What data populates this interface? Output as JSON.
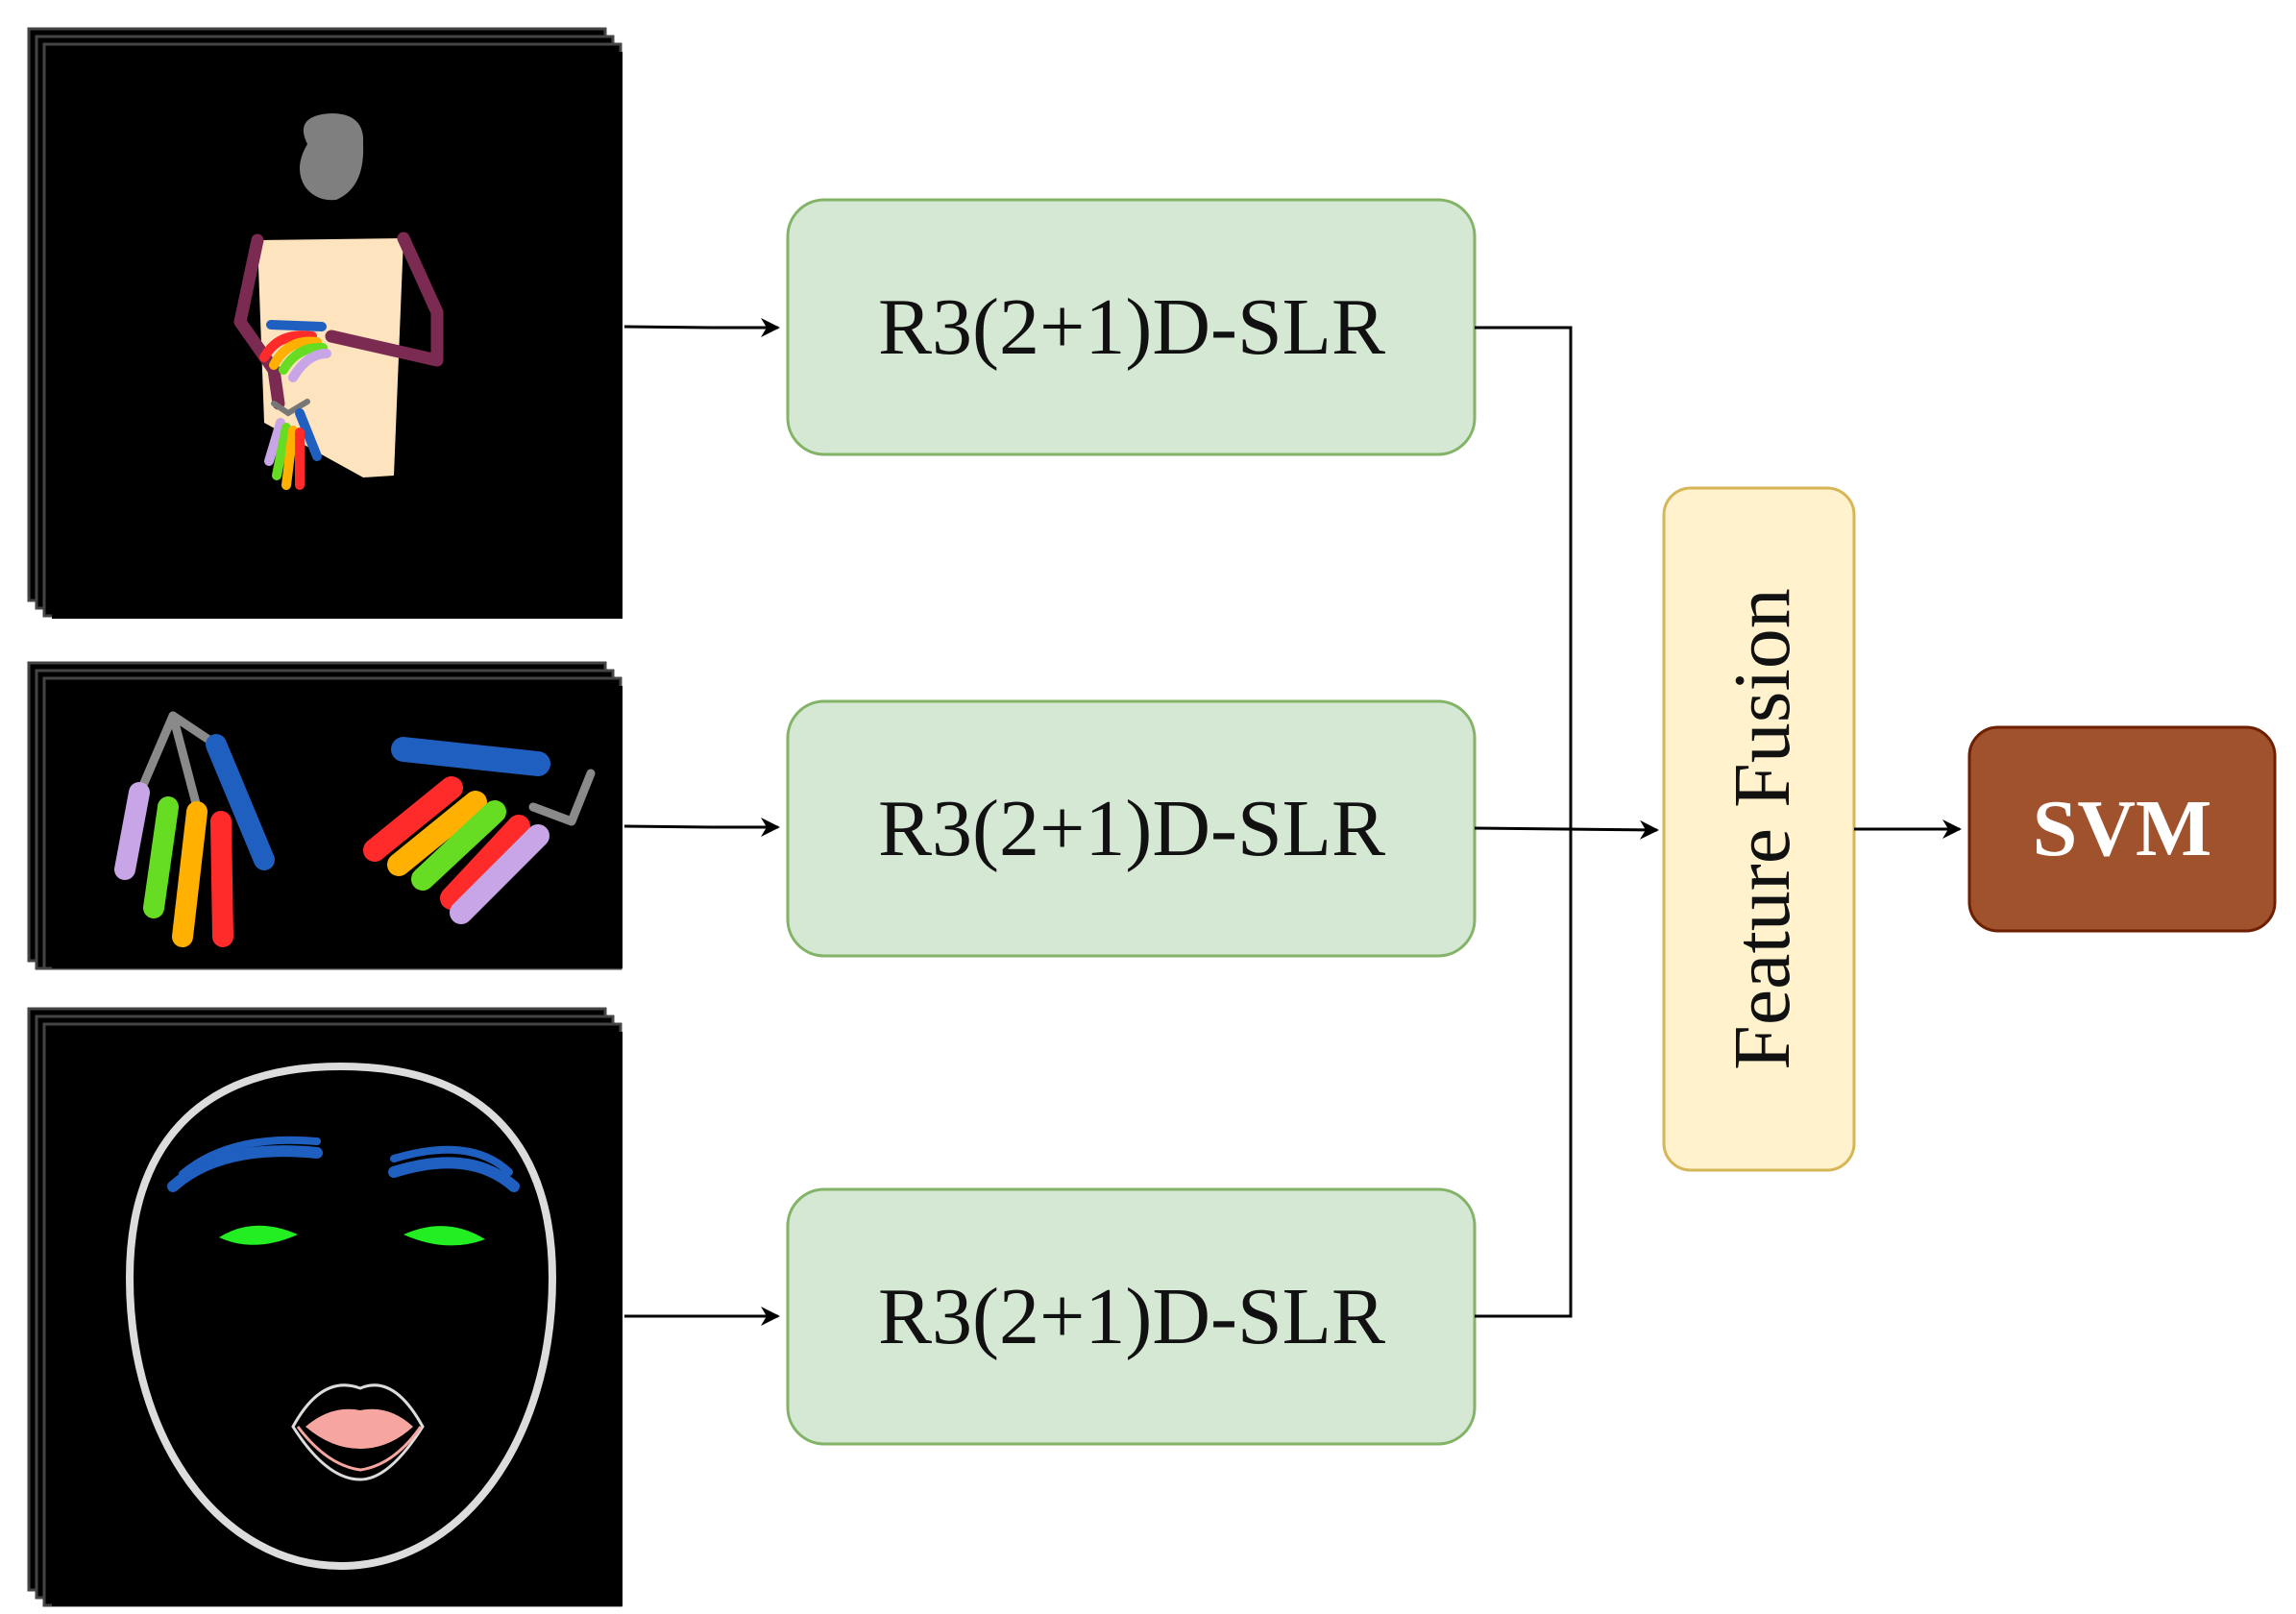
{
  "model_label": "R3(2+1)D-SLR",
  "fusion_label": "Feature Fusion",
  "classifier_label": "SVM",
  "colors": {
    "model_fill": "#d5e8d4",
    "model_stroke": "#82b366",
    "fusion_fill": "#fff2cc",
    "fusion_stroke": "#d6b656",
    "svm_fill": "#a0522d",
    "svm_stroke": "#6d1f00",
    "frame_bg": "#000000",
    "arrow": "#000000"
  },
  "inputs": [
    {
      "name": "body-pose-stream",
      "icon": "upper-body-skeleton-icon"
    },
    {
      "name": "hand-pose-stream",
      "icon": "hand-skeleton-icon"
    },
    {
      "name": "face-pose-stream",
      "icon": "face-landmarks-icon"
    }
  ]
}
